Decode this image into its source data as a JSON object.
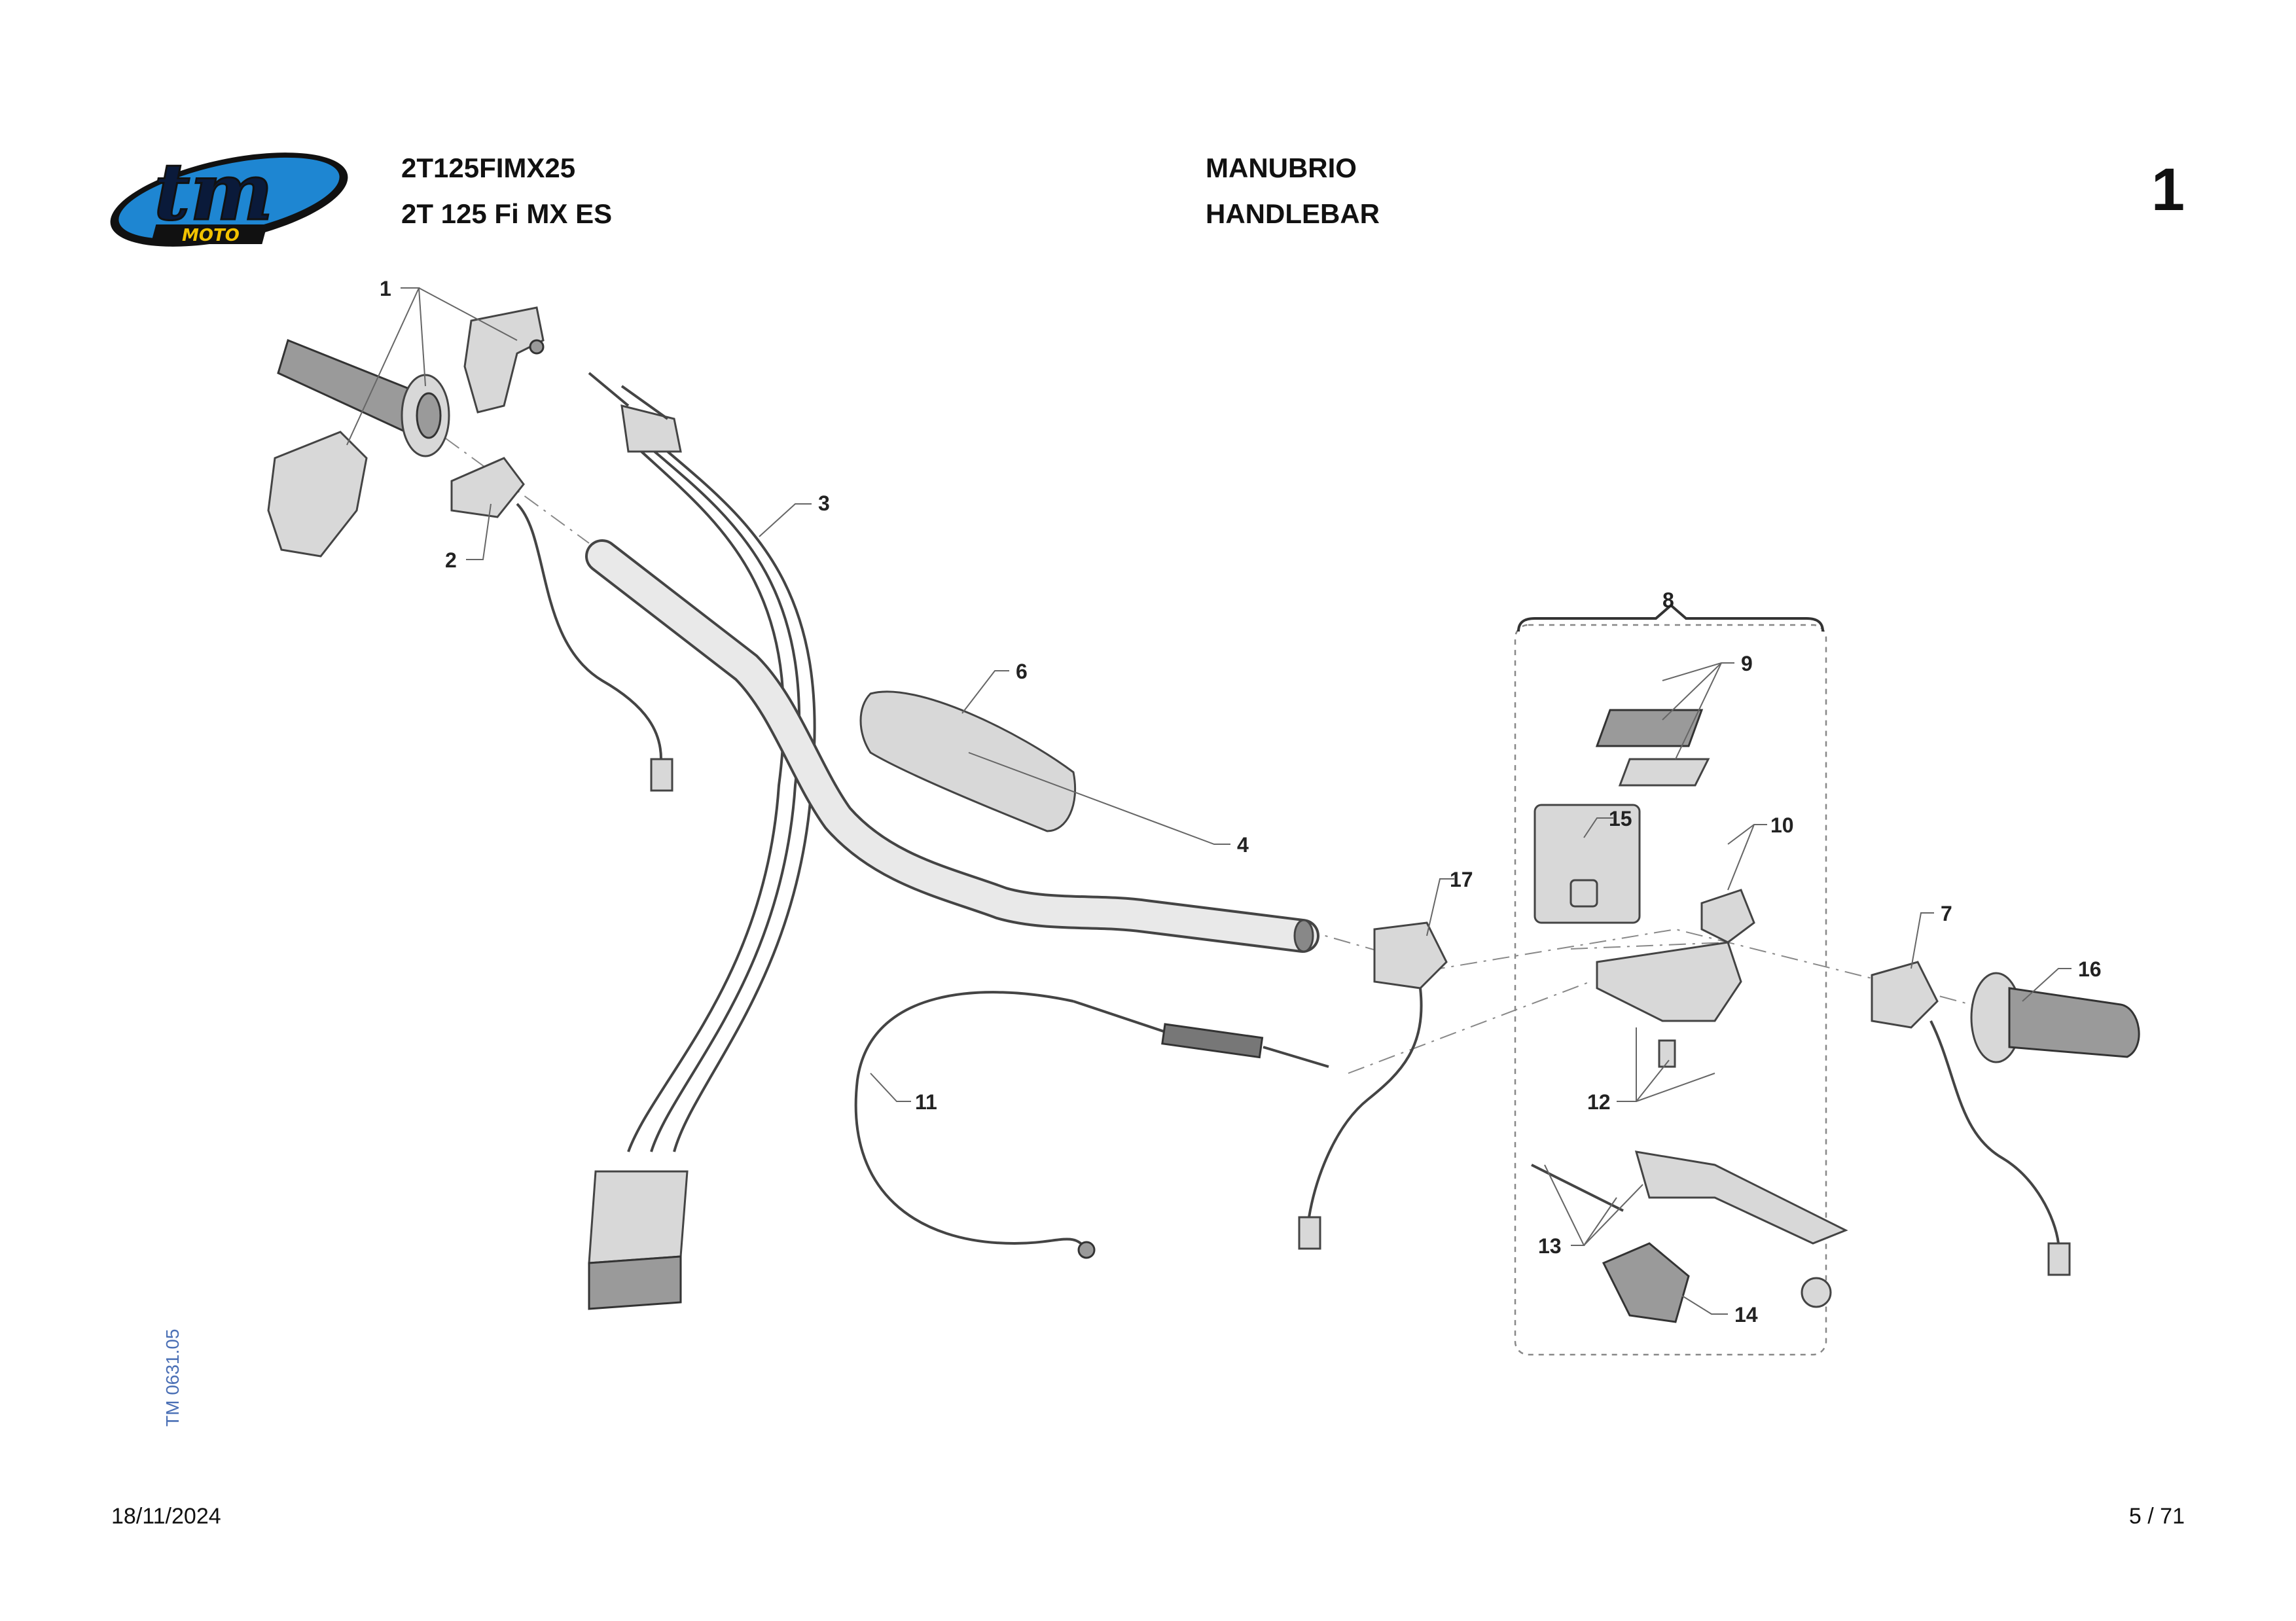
{
  "header": {
    "model_code": "2T125FIMX25",
    "model_name": "2T 125 Fi MX ES",
    "section_it": "MANUBRIO",
    "section_en": "HANDLEBAR",
    "section_number": "1"
  },
  "logo": {
    "main_text": "tm",
    "sub_text": "MOTO",
    "brand_color": "#1e86d2",
    "accent_color": "#f2c200"
  },
  "document_id": "TM 0631.05",
  "footer": {
    "date": "18/11/2024",
    "page": "5 / 71"
  },
  "callouts": [
    "1",
    "2",
    "3",
    "4",
    "6",
    "8",
    "9",
    "15",
    "10",
    "17",
    "7",
    "16",
    "11",
    "12",
    "13",
    "14"
  ]
}
